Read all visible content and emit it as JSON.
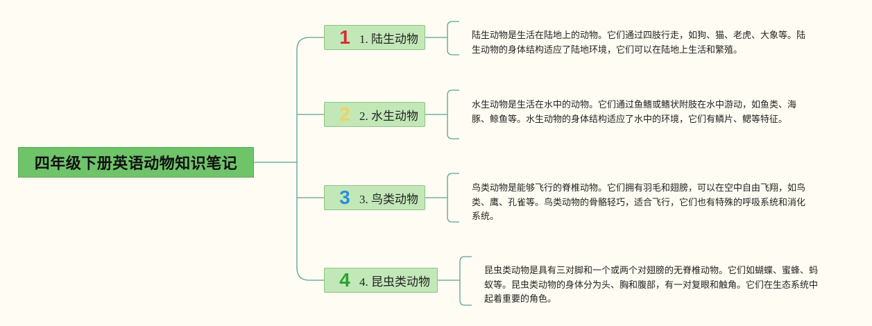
{
  "root": {
    "label": "四年级下册英语动物知识笔记"
  },
  "branches": [
    {
      "number": "1",
      "label": "1. 陆生动物",
      "color": "#d92b34",
      "description": "陆生动物是生活在陆地上的动物。它们通过四肢行走，如狗、猫、老虎、大象等。陆生动物的身体结构适应了陆地环境，它们可以在陆地上生活和繁殖。"
    },
    {
      "number": "2",
      "label": "2. 水生动物",
      "color": "#f1d25c",
      "description": "水生动物是生活在水中的动物。它们通过鱼鳍或鳍状附肢在水中游动，如鱼类、海豚、鲸鱼等。水生动物的身体结构适应了水中的环境，它们有鳞片、鳃等特征。"
    },
    {
      "number": "3",
      "label": "3. 鸟类动物",
      "color": "#2b8fd6",
      "description": "鸟类动物是能够飞行的脊椎动物。它们拥有羽毛和翅膀，可以在空中自由飞翔，如鸟类、鹰、孔雀等。鸟类动物的骨骼轻巧，适合飞行，它们也有特殊的呼吸系统和消化系统。"
    },
    {
      "number": "4",
      "label": "4. 昆虫类动物",
      "color": "#2aa32e",
      "description": "昆虫类动物是具有三对脚和一个或两个对翅膀的无脊椎动物。它们如蝴蝶、蜜蜂、蚂蚁等。昆虫类动物的身体分为头、胸和腹部，有一对复眼和触角。它们在生态系统中起着重要的角色。"
    }
  ],
  "colors": {
    "root_fill": "#6fc46a",
    "branch_fill": "#c2e8b8",
    "line": "#5b9f95"
  }
}
